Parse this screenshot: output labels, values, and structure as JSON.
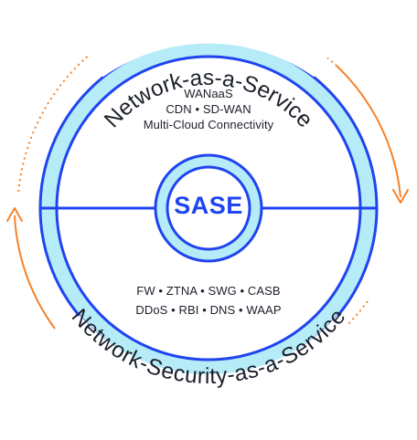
{
  "diagram": {
    "center_label": "SASE",
    "top_arc_label": "Network-as-a-Service",
    "bottom_arc_label": "Network-Security-as-a-Service",
    "upper_half_lines": [
      "WANaaS",
      "CDN • SD-WAN",
      "Multi-Cloud Connectivity"
    ],
    "lower_half_lines": [
      "FW • ZTNA • SWG • CASB",
      "DDoS • RBI • DNS • WAAP"
    ]
  },
  "colors": {
    "ring_fill": "#b5ecf8",
    "ring_stroke": "#1f44f0",
    "center_text": "#1f44f0",
    "arrow": "#f5822a",
    "text": "#1b1f2a"
  },
  "icons": {
    "right_arrow": "orange-arrow-down-icon",
    "left_arrow": "orange-arrow-up-icon"
  }
}
